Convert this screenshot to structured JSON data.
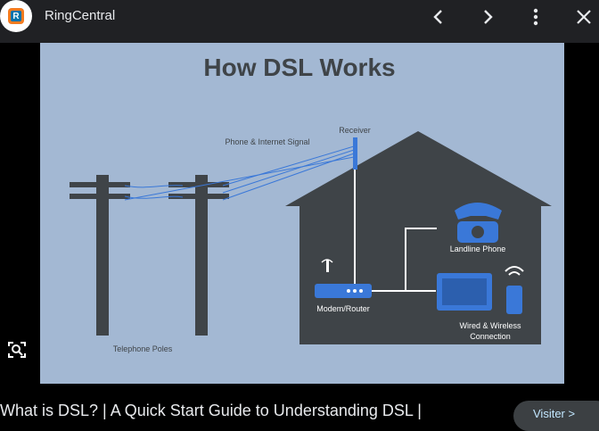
{
  "header": {
    "source_title": "RingCentral",
    "logo_letter": "R",
    "back_icon": "chevron-left-icon",
    "forward_icon": "chevron-right-icon",
    "more_icon": "more-vert-icon",
    "close_icon": "close-icon"
  },
  "image": {
    "title": "How DSL Works",
    "labels": {
      "receiver": "Receiver",
      "signal": "Phone & Internet Signal",
      "landline": "Landline Phone",
      "modem": "Modem/Router",
      "wired1": "Wired & Wireless",
      "wired2": "Connection",
      "poles": "Telephone Poles"
    },
    "colors": {
      "background": "#a3b8d3",
      "house": "#3f4448",
      "accent": "#3a78d8"
    }
  },
  "lens_icon": "lens-search-icon",
  "caption": {
    "text": "What is DSL? | A Quick Start Guide to Understanding DSL |",
    "visit_label": "Visiter >"
  }
}
